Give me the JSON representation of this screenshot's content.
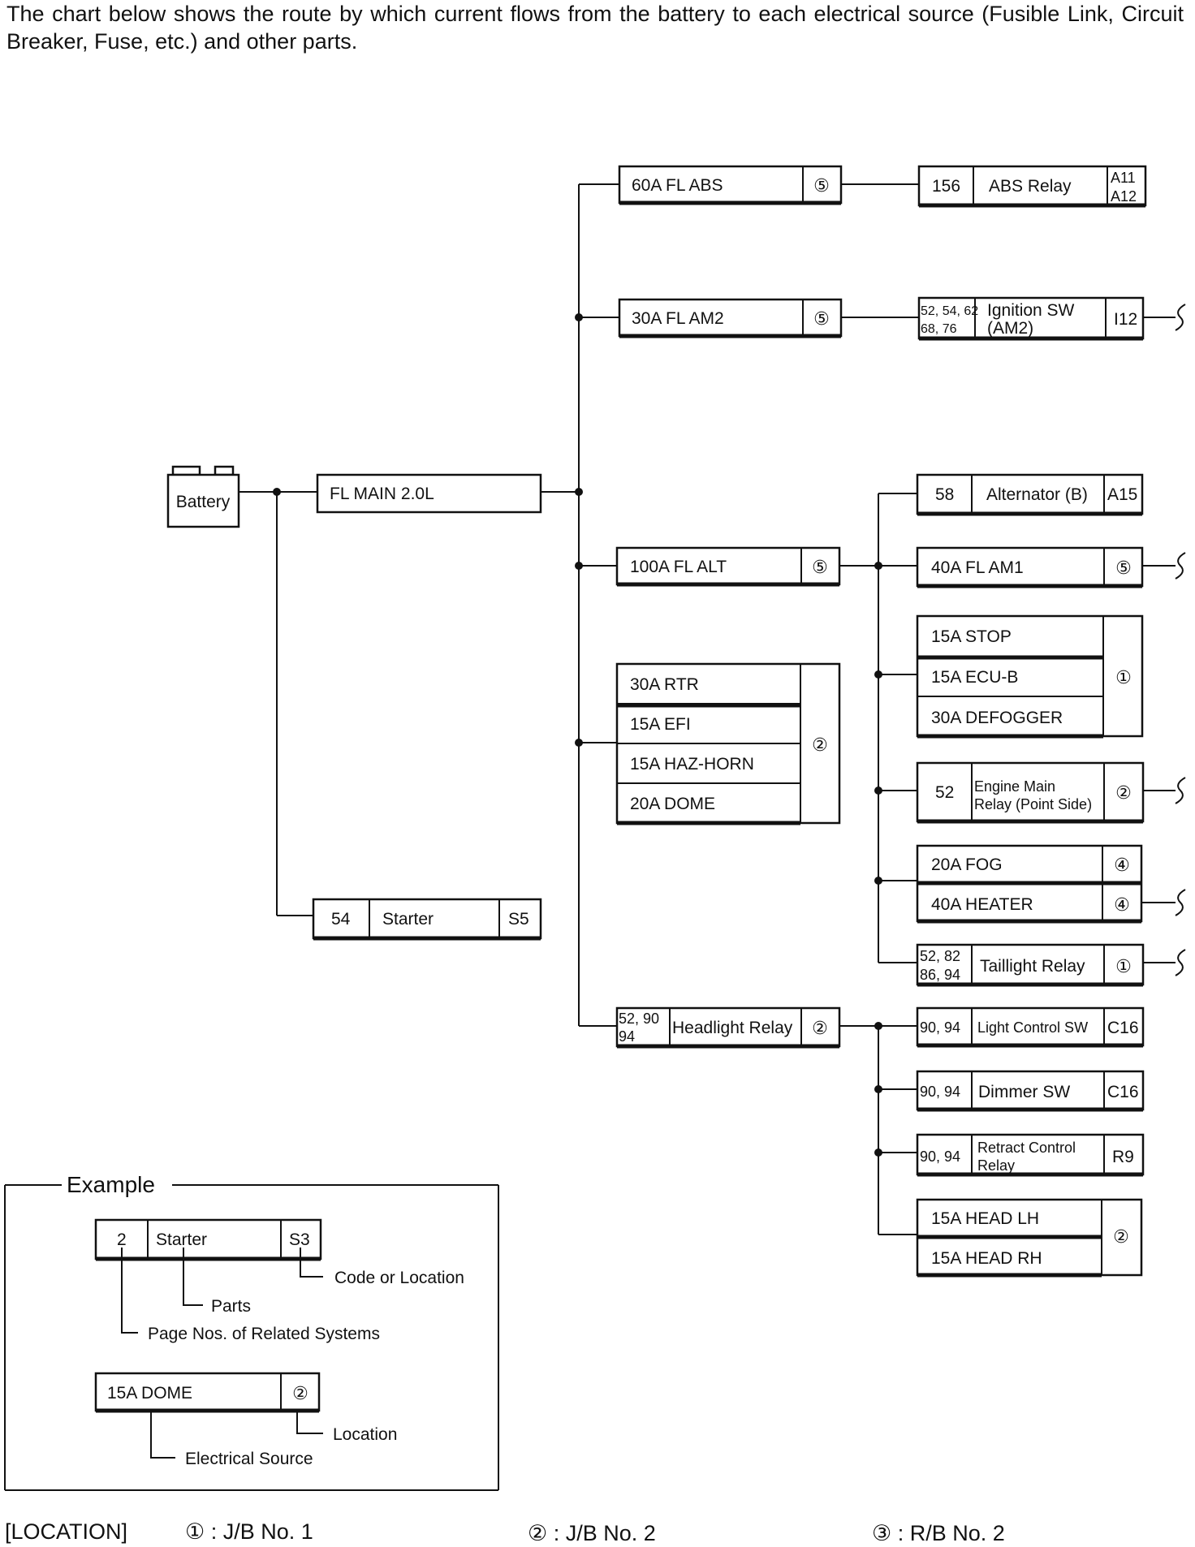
{
  "intro": "The chart below shows the route by which current flows from the battery to each electrical source (Fusible Link, Circuit Breaker, Fuse, etc.) and other parts.",
  "nodes": {
    "battery": "Battery",
    "fl_main": "FL MAIN 2.0L",
    "starter": {
      "page": "54",
      "name": "Starter",
      "code": "S5"
    },
    "fl_abs": {
      "name": "60A FL ABS",
      "loc": "⑤"
    },
    "abs_relay": {
      "page": "156",
      "name": "ABS Relay",
      "code1": "A11",
      "code2": "A12"
    },
    "fl_am2": {
      "name": "30A FL AM2",
      "loc": "⑤"
    },
    "ign_sw": {
      "page1": "52, 54, 62",
      "page2": "68, 76",
      "name1": "Ignition SW",
      "name2": "(AM2)",
      "code": "I12"
    },
    "fl_alt": {
      "name": "100A FL ALT",
      "loc": "⑤"
    },
    "alternator": {
      "page": "58",
      "name": "Alternator (B)",
      "code": "A15"
    },
    "fl_am1": {
      "name": "40A FL AM1",
      "loc": "⑤"
    },
    "jb1_group": {
      "items": [
        "15A STOP",
        "15A ECU-B",
        "30A DEFOGGER"
      ],
      "loc": "①"
    },
    "jb2_group": {
      "items": [
        "30A RTR",
        "15A EFI",
        "15A HAZ-HORN",
        "20A DOME"
      ],
      "loc": "②"
    },
    "engine_main_relay": {
      "page": "52",
      "name1": "Engine Main",
      "name2": "Relay (Point Side)",
      "loc": "②"
    },
    "fog": {
      "name": "20A FOG",
      "loc": "④"
    },
    "heater": {
      "name": "40A HEATER",
      "loc": "④"
    },
    "taillight_relay": {
      "page1": "52, 82",
      "page2": "86, 94",
      "name": "Taillight Relay",
      "loc": "①"
    },
    "headlight_relay": {
      "page1": "52, 90",
      "page2": "94",
      "name": "Headlight Relay",
      "loc": "②"
    },
    "light_control_sw": {
      "page": "90, 94",
      "name": "Light Control SW",
      "code": "C16"
    },
    "dimmer_sw": {
      "page": "90, 94",
      "name": "Dimmer SW",
      "code": "C16"
    },
    "retract_relay": {
      "page": "90, 94",
      "name1": "Retract Control",
      "name2": "Relay",
      "code": "R9"
    },
    "head_group": {
      "items": [
        "15A HEAD LH",
        "15A HEAD RH"
      ],
      "loc": "②"
    }
  },
  "example": {
    "title": "Example",
    "box1": {
      "page": "2",
      "name": "Starter",
      "code": "S3"
    },
    "label_code": "Code or Location",
    "label_parts": "Parts",
    "label_pages": "Page Nos. of Related Systems",
    "box2": {
      "name": "15A DOME",
      "loc": "②"
    },
    "label_location": "Location",
    "label_source": "Electrical Source"
  },
  "legend": {
    "title": "[LOCATION]",
    "items": [
      "① : J/B No. 1",
      "② : J/B No. 2",
      "③ : R/B No. 2"
    ]
  }
}
